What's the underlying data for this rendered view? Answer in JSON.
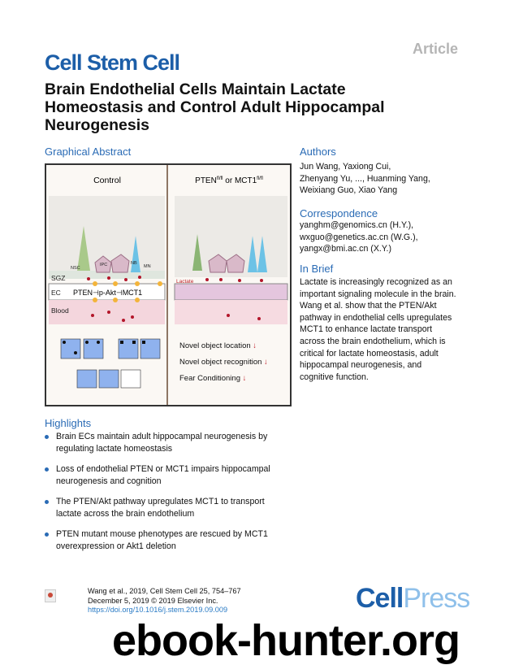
{
  "header": {
    "label": "Article",
    "journal_logo": "Cell Stem Cell",
    "title": "Brain Endothelial Cells Maintain Lactate Homeostasis and Control Adult Hippocampal Neurogenesis"
  },
  "graphical_abstract": {
    "heading": "Graphical Abstract",
    "left_title": "Control",
    "right_title_main": "PTEN",
    "right_title_sup": "fl/fl",
    "right_title_or": " or MCT1",
    "right_title_sup2": "fl/fl",
    "cell_labels": [
      "NSC",
      "IPC",
      "NB",
      "MN"
    ],
    "layers": [
      "SGZ",
      "EC",
      "Blood"
    ],
    "pathway": "PTEN⊣p-Akt⊣MCT1",
    "lactate": "Lactate",
    "outcomes": [
      "Novel object location",
      "Novel object recognition",
      "Fear Conditioning"
    ],
    "arrow_color": "#c0232b"
  },
  "authors": {
    "heading": "Authors",
    "lines": [
      "Jun Wang, Yaxiong Cui,",
      "Zhenyang Yu, ..., Huanming Yang,",
      "Weixiang Guo, Xiao Yang"
    ]
  },
  "correspondence": {
    "heading": "Correspondence",
    "lines": [
      "yanghm@genomics.cn (H.Y.),",
      "wxguo@genetics.ac.cn (W.G.),",
      "yangx@bmi.ac.cn (X.Y.)"
    ]
  },
  "in_brief": {
    "heading": "In Brief",
    "lines": [
      "Lactate is increasingly recognized as an",
      "important signaling molecule in the brain.",
      "Wang et al. show that the PTEN/Akt",
      "pathway in endothelial cells upregulates",
      "MCT1 to enhance lactate transport",
      "across the brain endothelium, which is",
      "critical for lactate homeostasis, adult",
      "hippocampal neurogenesis, and",
      "cognitive function."
    ]
  },
  "highlights": {
    "heading": "Highlights",
    "items": [
      [
        "Brain ECs maintain adult hippocampal neurogenesis by",
        "regulating lactate homeostasis"
      ],
      [
        "Loss of endothelial PTEN or MCT1 impairs hippocampal",
        "neurogenesis and cognition"
      ],
      [
        "The PTEN/Akt pathway upregulates MCT1 to transport",
        "lactate across the brain endothelium"
      ],
      [
        "PTEN mutant mouse phenotypes are rescued by MCT1",
        "overexpression or Akt1 deletion"
      ]
    ]
  },
  "footer": {
    "citation": "Wang et al., 2019, Cell Stem Cell 25, 754–767",
    "date": "December 5, 2019 © 2019 Elsevier Inc.",
    "doi": "https://doi.org/10.1016/j.stem.2019.09.009",
    "publisher_cell": "Cell",
    "publisher_press": "Press",
    "watermark": "ebook-hunter.org"
  },
  "colors": {
    "brand": "#1c5ea8",
    "heading": "#2a6bb5"
  }
}
